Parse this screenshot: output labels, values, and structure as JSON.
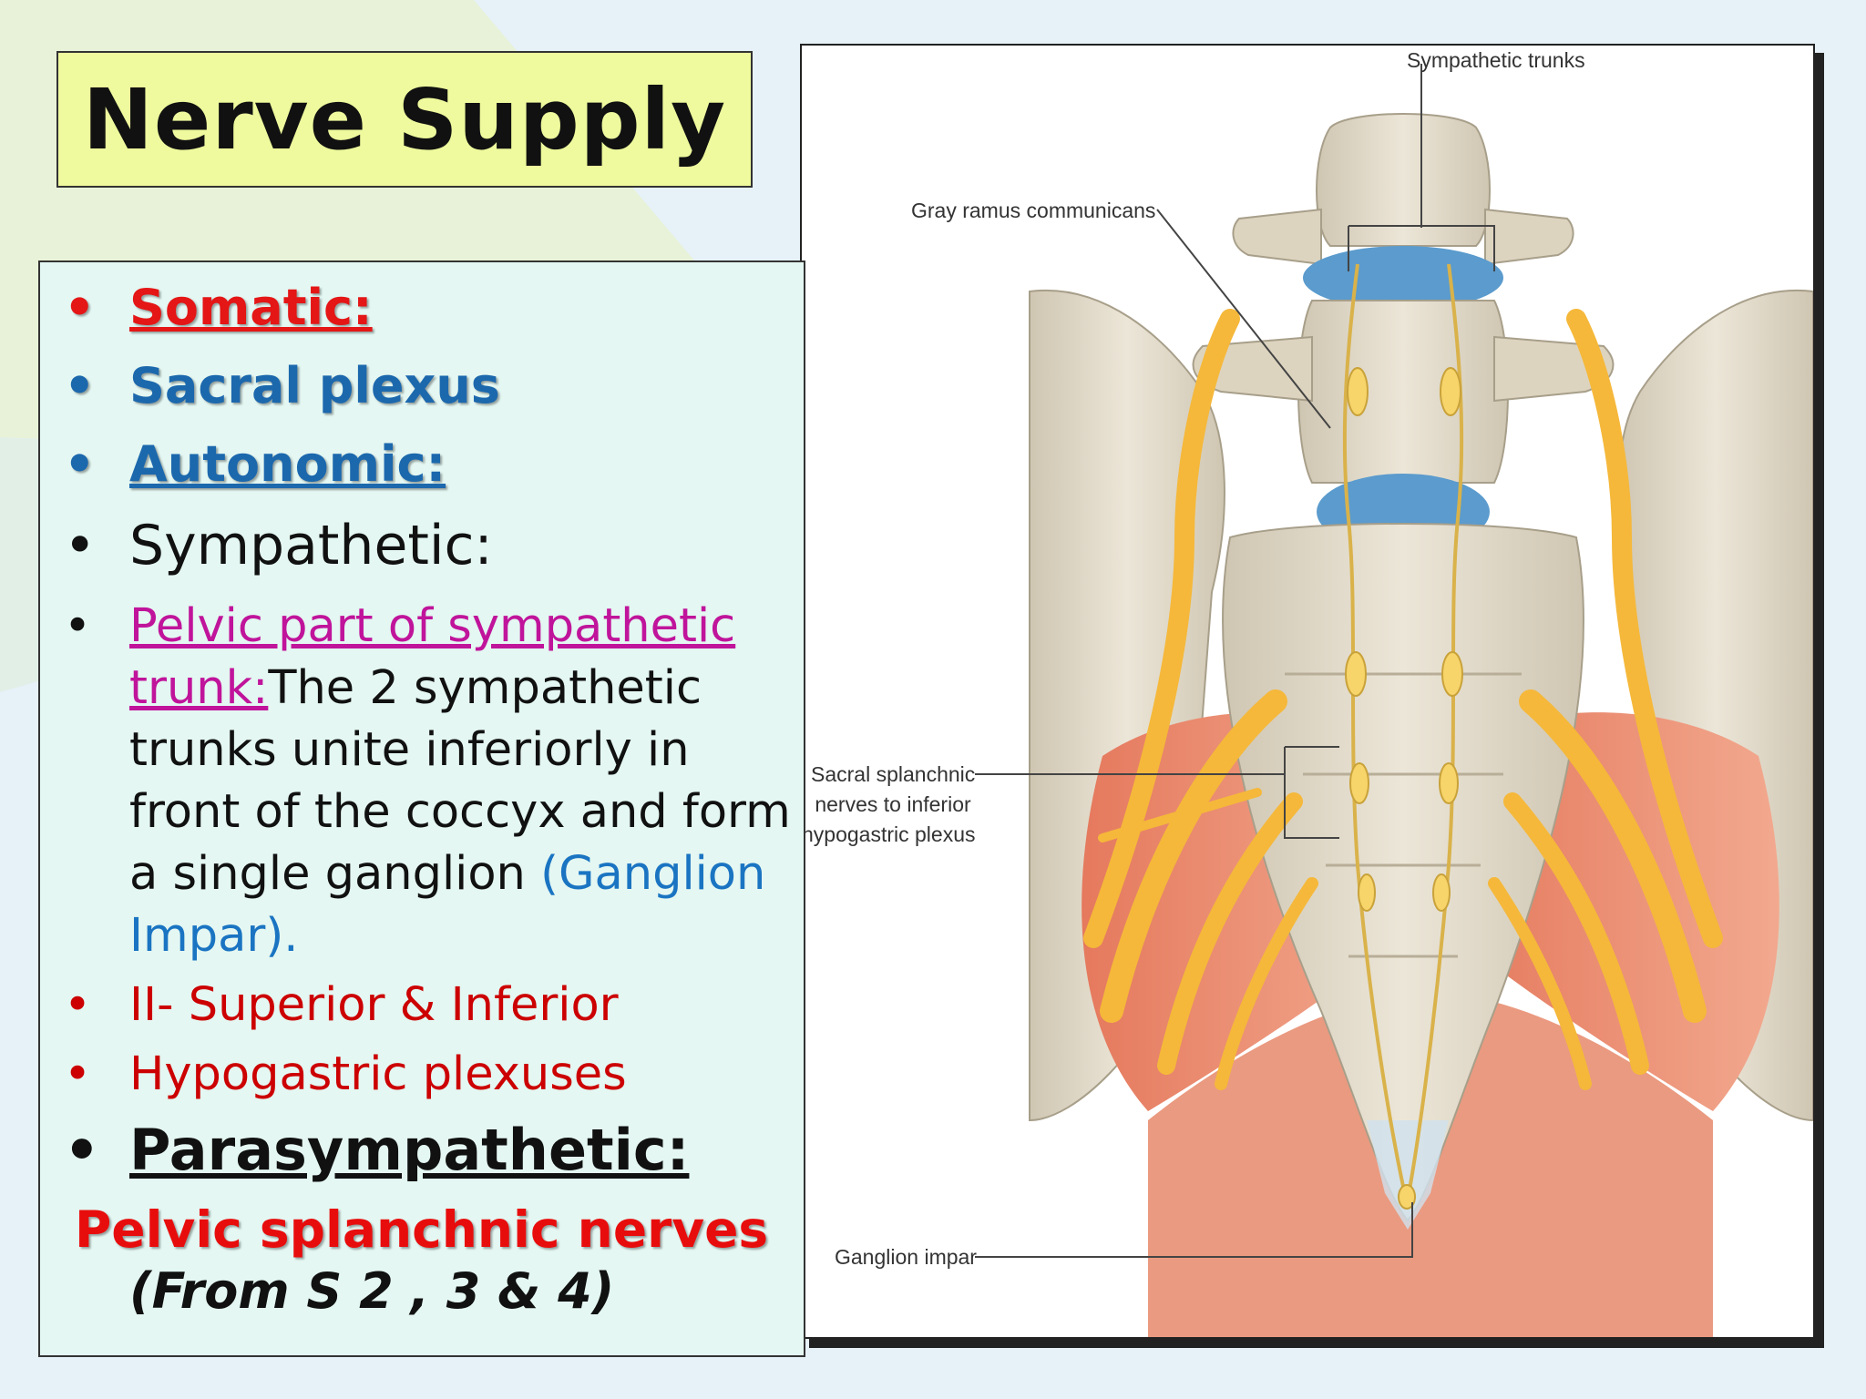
{
  "slide": {
    "title": "Nerve Supply",
    "items": [
      {
        "text": "Somatic:"
      },
      {
        "text": "Sacral plexus"
      },
      {
        "text": "Autonomic:"
      },
      {
        "text": "Sympathetic:"
      },
      {
        "heading": "Pelvic part of sympathetic trunk:",
        "body": "The 2 sympathetic trunks unite inferiorly in front of the coccyx and form a single ganglion",
        "highlight": "(Ganglion Impar)."
      },
      {
        "text": "II- Superior & Inferior"
      },
      {
        "text": "Hypogastric plexuses"
      },
      {
        "text": "Parasympathetic:"
      }
    ],
    "footer_line1": "Pelvic splanchnic nerves",
    "footer_line2": "(From S 2 , 3 & 4)",
    "bullet": "•"
  },
  "figure": {
    "labels": {
      "sympathetic_trunks": "Sympathetic trunks",
      "gray_ramus": "Gray ramus communicans",
      "sacral_splanchnic_1": "Sacral splanchnic",
      "sacral_splanchnic_2": "nerves to inferior",
      "sacral_splanchnic_3": "hypogastric plexus",
      "ganglion_impar": "Ganglion impar"
    },
    "colors": {
      "bone": "#d9d0bd",
      "disc": "#5b9bcd",
      "nerve": "#f5b83a",
      "muscle": "#e98d70"
    }
  }
}
